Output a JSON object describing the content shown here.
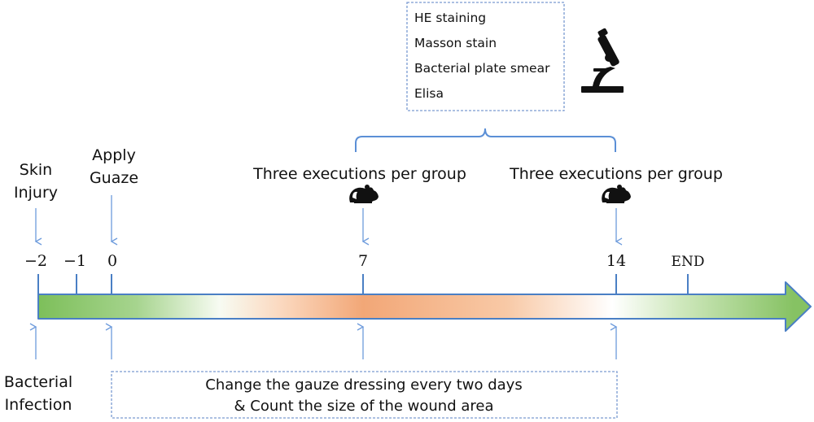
{
  "labels": {
    "skin_injury_line1": "Skin",
    "skin_injury_line2": "Injury",
    "apply_gauze_line1": "Apply",
    "apply_gauze_line2": "Guaze",
    "bacterial_infection_line1": "Bacterial",
    "bacterial_infection_line2": "Infection",
    "executions_day7": "Three executions per group",
    "executions_day14": "Three executions per group"
  },
  "timeline": {
    "ticks": [
      "−2",
      "−1",
      "0",
      "7",
      "14",
      "END"
    ]
  },
  "analysis_box": {
    "items": [
      "HE staining",
      "Masson stain",
      "Bacterial plate smear",
      "Elisa"
    ]
  },
  "bottom_box": {
    "line1": "Change the gauze dressing every two days",
    "line2": "& Count the size of the wound area"
  },
  "icons": [
    "mouse-icon",
    "microscope-icon"
  ],
  "colors": {
    "arrow_green": "#8cc56b",
    "arrow_orange": "#f2a777",
    "arrow_outline": "#4a7fc4",
    "connector_blue": "#5b8fd6",
    "box_border": "#7a9ad1"
  }
}
